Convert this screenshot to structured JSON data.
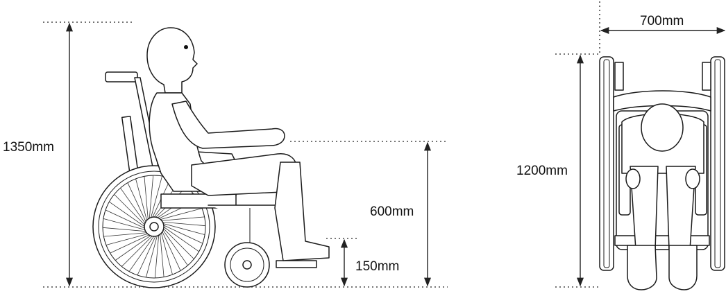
{
  "dimensions": {
    "total_height": "1350mm",
    "seat_height": "600mm",
    "footrest_height": "150mm",
    "width": "700mm",
    "length": "1200mm"
  }
}
